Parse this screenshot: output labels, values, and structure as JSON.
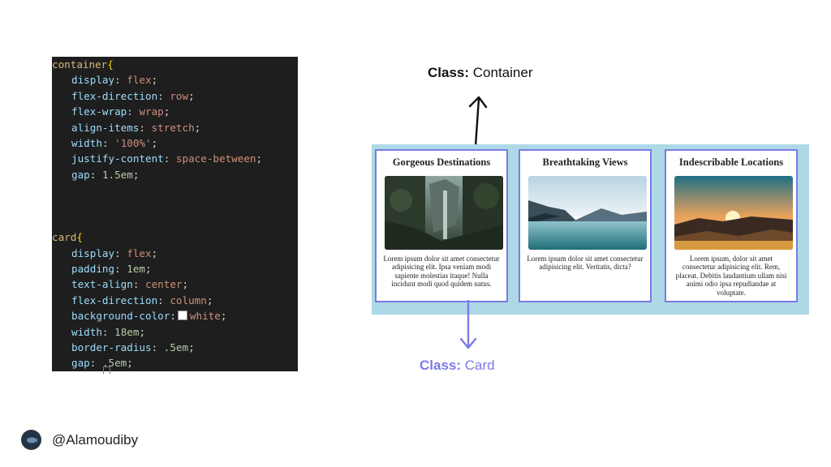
{
  "code": {
    "container": {
      "selector": "container",
      "props": [
        {
          "name": "display",
          "value": "flex",
          "kind": "val"
        },
        {
          "name": "flex-direction",
          "value": "row",
          "kind": "val"
        },
        {
          "name": "flex-wrap",
          "value": "wrap",
          "kind": "val"
        },
        {
          "name": "align-items",
          "value": "stretch",
          "kind": "val"
        },
        {
          "name": "width",
          "value": "'100%'",
          "kind": "val"
        },
        {
          "name": "justify-content",
          "value": "space-between",
          "kind": "val"
        },
        {
          "name": "gap",
          "value": "1.5em",
          "kind": "num"
        }
      ]
    },
    "card": {
      "selector": "card",
      "props": [
        {
          "name": "display",
          "value": "flex",
          "kind": "val"
        },
        {
          "name": "padding",
          "value": "1em",
          "kind": "num"
        },
        {
          "name": "text-align",
          "value": "center",
          "kind": "val"
        },
        {
          "name": "flex-direction",
          "value": "column",
          "kind": "val"
        },
        {
          "name": "background-color",
          "value": "white",
          "kind": "val",
          "swatch": true
        },
        {
          "name": "width",
          "value": "18em",
          "kind": "num"
        },
        {
          "name": "border-radius",
          "value": ".5em",
          "kind": "num"
        },
        {
          "name": "gap",
          "value": ".5em",
          "kind": "num"
        }
      ]
    }
  },
  "labels": {
    "container_prefix": "Class:",
    "container_name": "Container",
    "card_prefix": "Class:",
    "card_name": "Card"
  },
  "cards": [
    {
      "title": "Gorgeous Destinations",
      "text": "Lorem ipsum dolor sit amet consectetur adipisicing elit. Ipsa veniam modi sapiente molestias itaque! Nulla incidunt modi quod quidem natus.",
      "image": "forest-waterfall-image"
    },
    {
      "title": "Breathtaking Views",
      "text": "Lorem ipsum dolor sit amet consectetur adipisicing elit. Veritatis, dicta?",
      "image": "mountain-lake-image"
    },
    {
      "title": "Indescribable Locations",
      "text": "Lorem ipsum, dolor sit amet consectetur adipisicing elit. Rem, placeat. Debitis laudantium ullam nisi animi odio ipsa repudiandae at voluptate.",
      "image": "sunset-hills-image"
    }
  ],
  "footer": {
    "handle": "@Alamoudiby",
    "avatar_icon": "avatar-icon"
  },
  "colors": {
    "accent": "#7b7be6",
    "container_bg": "#add8e6",
    "code_bg": "#1e1e1e"
  }
}
